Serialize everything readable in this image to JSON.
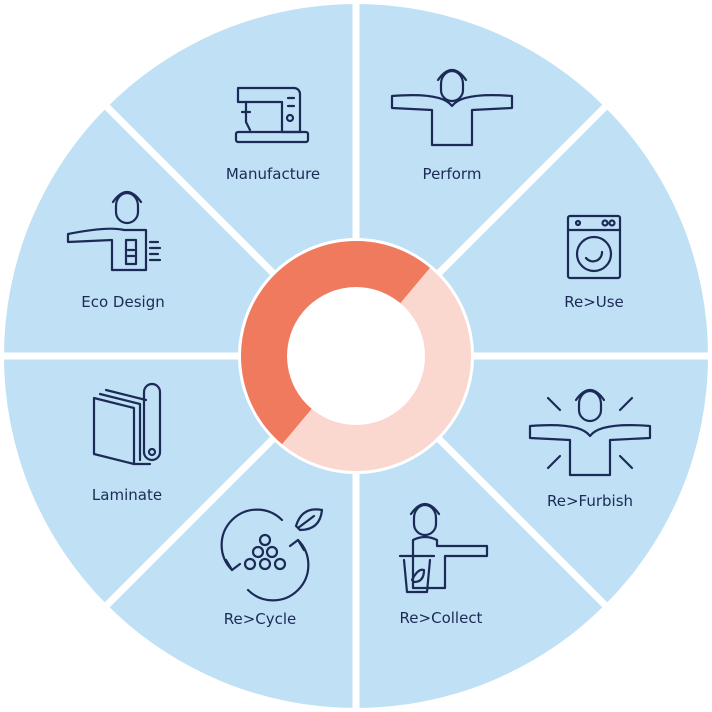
{
  "colors": {
    "segment_fill": "#bfe0f5",
    "divider": "#ffffff",
    "icon_stroke": "#1c2a57",
    "label_text": "#1c2a57",
    "ring_dark": "#f07a5e",
    "ring_light": "#fbd8cf",
    "center": "#ffffff"
  },
  "segments": [
    {
      "label": "Manufacture",
      "icon": "sewing-machine-icon"
    },
    {
      "label": "Perform",
      "icon": "person-arms-out-icon"
    },
    {
      "label": "Re>Use",
      "icon": "washing-machine-icon"
    },
    {
      "label": "Re>Furbish",
      "icon": "person-refurbish-icon"
    },
    {
      "label": "Re>Collect",
      "icon": "person-bin-icon"
    },
    {
      "label": "Re>Cycle",
      "icon": "recycle-leaf-icon"
    },
    {
      "label": "Laminate",
      "icon": "fabric-roll-icon"
    },
    {
      "label": "Eco Design",
      "icon": "person-zipper-icon"
    }
  ],
  "center_ring": {
    "progress_fraction": 0.5
  }
}
